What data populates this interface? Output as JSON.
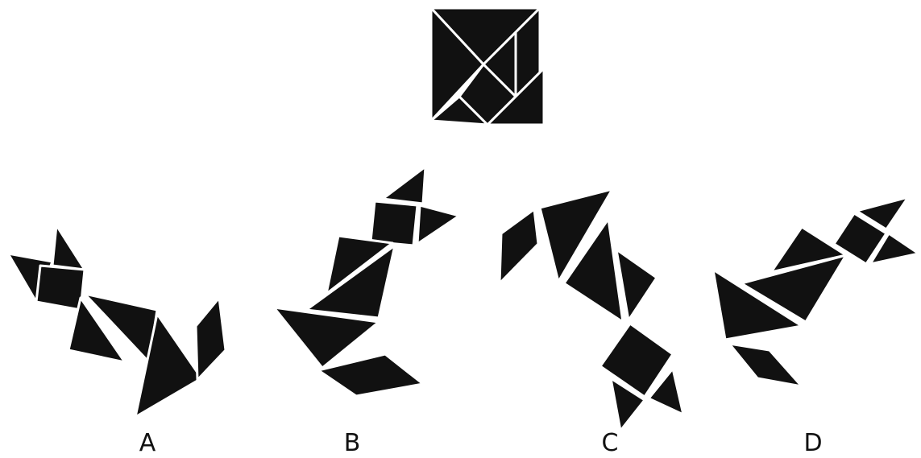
{
  "colors": {
    "piece": "#111111",
    "gap": "#ffffff",
    "background": "#ffffff"
  },
  "reference": {
    "name": "tangle-square"
  },
  "options": [
    {
      "key": "a",
      "label": "A"
    },
    {
      "key": "b",
      "label": "B"
    },
    {
      "key": "c",
      "label": "C"
    },
    {
      "key": "d",
      "label": "D"
    }
  ]
}
